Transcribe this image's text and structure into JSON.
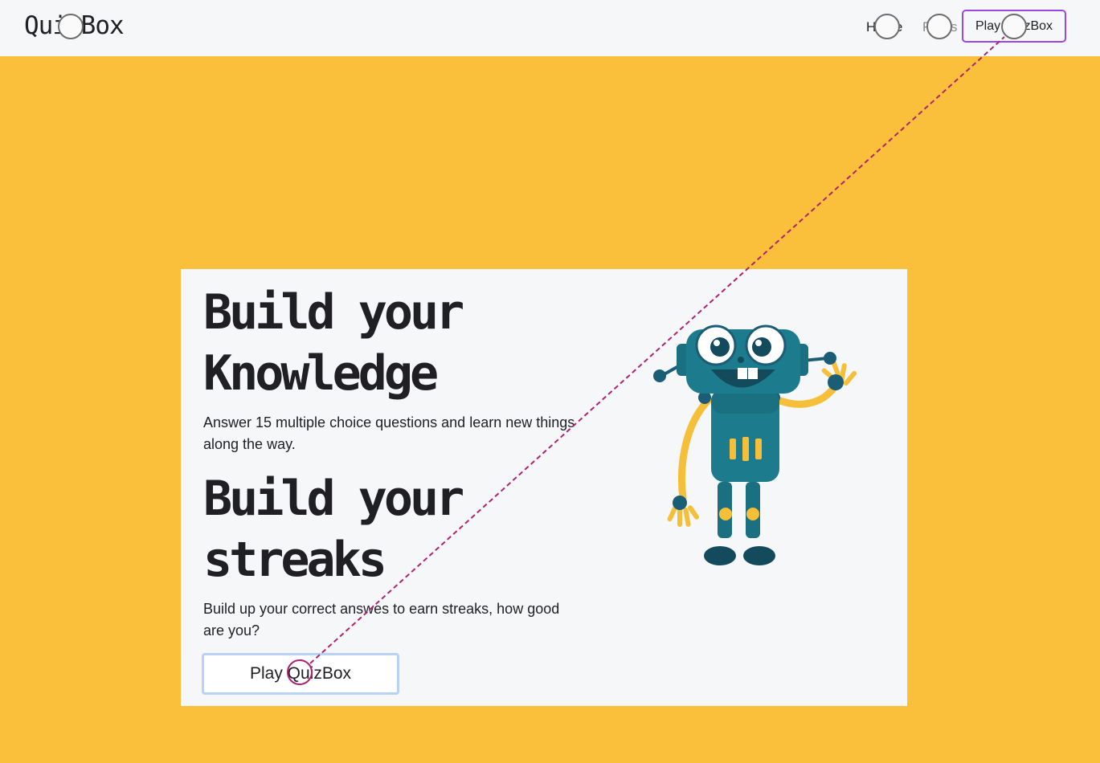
{
  "navbar": {
    "brand": "QuizBox",
    "links": {
      "home": "Home",
      "rules": "Rules"
    },
    "play_label": "Play QuizBox"
  },
  "hero": {
    "heading_1": "Build your Knowledge",
    "text_1": "Answer 15 multiple choice questions and learn new things along the way.",
    "heading_2": "Build your streaks",
    "text_2": "Build up your correct answes to earn streaks, how good are you?",
    "cta_label": "Play QuizBox"
  },
  "colors": {
    "page_background": "#fbc03b",
    "navbar_background": "#f6f7f9",
    "nav_play_border": "#9b45e4",
    "cta_border": "#b9d1f4",
    "drag_path": "#b0226f"
  }
}
